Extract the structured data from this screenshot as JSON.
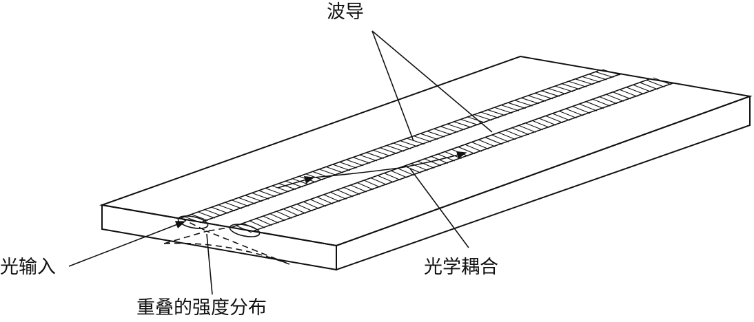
{
  "labels": {
    "waveguide": "波导",
    "light_input": "光输入",
    "optical_coupling": "光学耦合",
    "overlap_intensity": "重叠的强度分布"
  },
  "colors": {
    "ink": "#111111",
    "background": "#ffffff"
  }
}
